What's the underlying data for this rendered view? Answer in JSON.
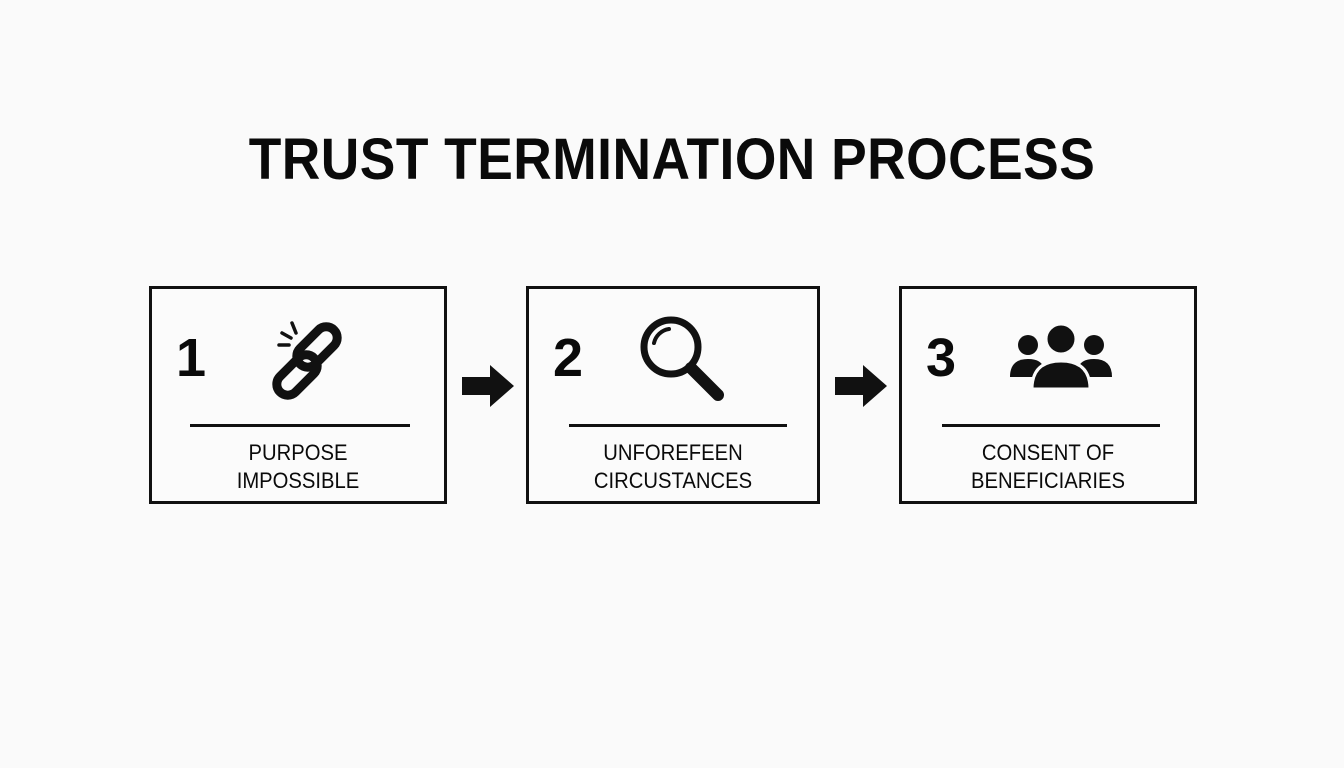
{
  "title": "TRUST TERMINATION PROCESS",
  "steps": [
    {
      "number": "1",
      "icon": "broken-chain-link-icon",
      "label_lines": [
        "PURPOSE",
        "IMPOSSIBLE"
      ]
    },
    {
      "number": "2",
      "icon": "magnifying-glass-icon",
      "label_lines": [
        "UNFOREFEEN",
        "CIRCUSTANCES"
      ]
    },
    {
      "number": "3",
      "icon": "people-group-icon",
      "label_lines": [
        "CONSENT OF",
        "BENEFICIARIES"
      ]
    }
  ],
  "connectors": [
    "right-arrow-icon",
    "right-arrow-icon"
  ],
  "colors": {
    "background": "#fafafa",
    "ink": "#111111"
  }
}
